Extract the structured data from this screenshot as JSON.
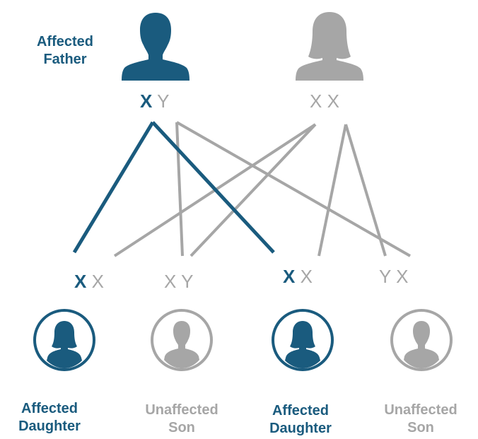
{
  "parents": {
    "father": {
      "label_line1": "Affected",
      "label_line2": "Father",
      "allele1": "X",
      "allele2": "Y",
      "colors": {
        "figure": "#1a5b7e"
      }
    },
    "mother": {
      "allele1": "X",
      "allele2": "X",
      "colors": {
        "figure": "#a6a6a6"
      }
    }
  },
  "children": [
    {
      "label_line1": "Affected",
      "label_line2": "Daughter",
      "allele1": "X",
      "allele2": "X",
      "affected": true,
      "icon": "female-avatar"
    },
    {
      "label_line1": "Unaffected",
      "label_line2": "Son",
      "allele1": "X",
      "allele2": "Y",
      "affected": false,
      "icon": "male-avatar"
    },
    {
      "label_line1": "Affected",
      "label_line2": "Daughter",
      "allele1": "X",
      "allele2": "X",
      "affected": true,
      "icon": "female-avatar"
    },
    {
      "label_line1": "Unaffected",
      "label_line2": "Son",
      "allele1": "Y",
      "allele2": "X",
      "affected": false,
      "icon": "male-avatar"
    }
  ],
  "colors": {
    "affected": "#1a5b7e",
    "unaffected": "#a6a6a6"
  }
}
